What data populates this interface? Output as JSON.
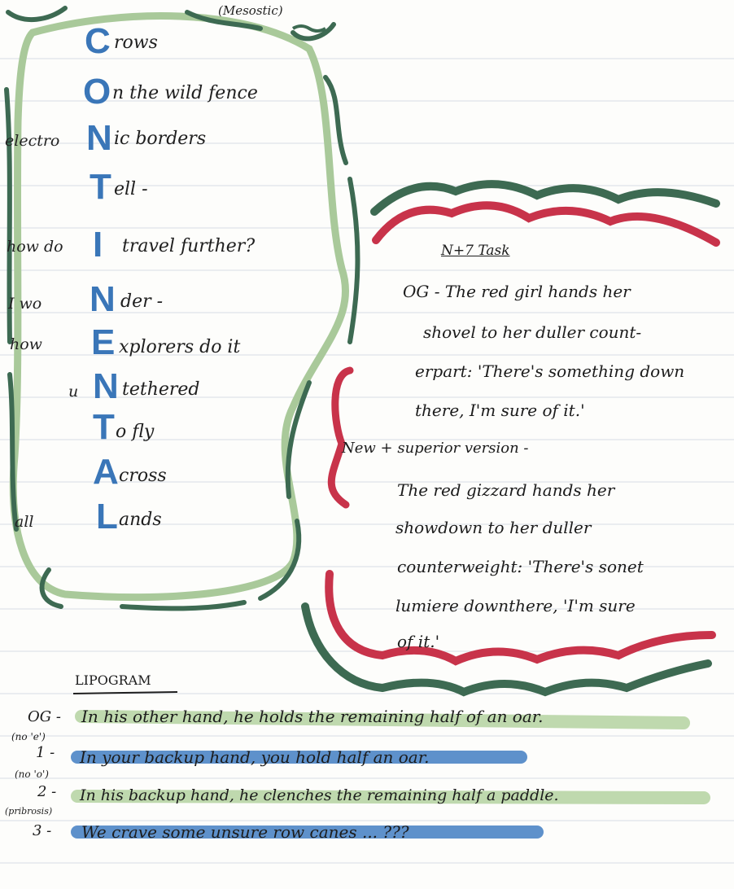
{
  "mesostic": {
    "label": "(Mesostic)",
    "lines": [
      {
        "prefix": "",
        "cap": "C",
        "rest": "rows"
      },
      {
        "prefix": "",
        "cap": "O",
        "rest": "n the wild fence"
      },
      {
        "prefix": "electro",
        "cap": "N",
        "rest": "ic borders"
      },
      {
        "prefix": "",
        "cap": "T",
        "rest": "ell -"
      },
      {
        "prefix": "how do",
        "cap": "I",
        "rest": "travel further?"
      },
      {
        "prefix": "I wo",
        "cap": "N",
        "rest": "der -"
      },
      {
        "prefix": "how",
        "cap": "E",
        "rest": "xplorers do it"
      },
      {
        "prefix": "u",
        "cap": "N",
        "rest": "tethered"
      },
      {
        "prefix": "",
        "cap": "T",
        "rest": "o fly"
      },
      {
        "prefix": "",
        "cap": "A",
        "rest": "cross"
      },
      {
        "prefix": "all",
        "cap": "L",
        "rest": "ands"
      }
    ]
  },
  "n7": {
    "title": "N+7 Task",
    "og": [
      "OG - The red girl hands her",
      "shovel to her duller count-",
      "erpart: 'There's something down",
      "there, I'm sure of it.'"
    ],
    "new_heading": "New + superior version -",
    "new": [
      "The red gizzard hands her",
      "showdown to her duller",
      "counterweight: 'There's sonet",
      "lumiere downthere, 'I'm sure",
      "of it.'"
    ]
  },
  "lipogram": {
    "title": "LIPOGRAM",
    "rows": [
      {
        "label": "OG -",
        "note": "",
        "text": "In his other hand, he holds the remaining half of an oar."
      },
      {
        "label": "1 -",
        "note": "(no 'e')",
        "text": "In your backup hand, you hold half an oar."
      },
      {
        "label": "2 -",
        "note": "(no 'o')",
        "text": "In his backup hand, he clenches the remaining half a paddle."
      },
      {
        "label": "3 -",
        "note": "(pribrosis)",
        "text": "We crave some unsure row canes ... ???"
      }
    ]
  },
  "colors": {
    "light_green": "#a9c99a",
    "dark_green": "#3d6a52",
    "red": "#c8334a",
    "blue": "#3a76b8",
    "highlight_green": "#b9d6a6",
    "highlight_blue": "#4d86c6"
  }
}
